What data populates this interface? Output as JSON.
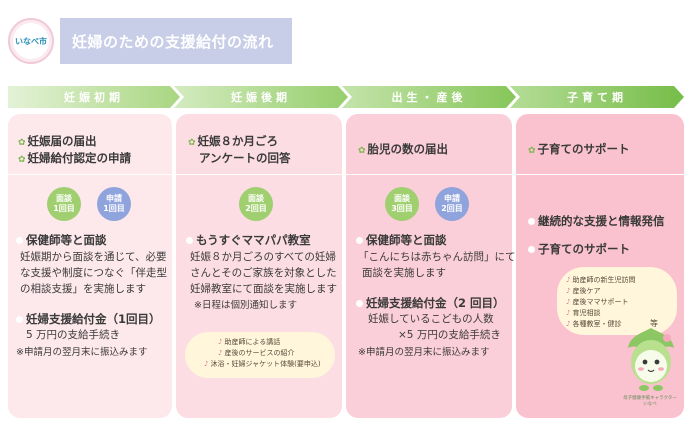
{
  "header": {
    "logo_text": "いなべ市",
    "title": "妊婦のための支援給付の流れ"
  },
  "stages": [
    "妊娠初期",
    "妊娠後期",
    "出生・産後",
    "子育て期"
  ],
  "col1": {
    "head1": "妊娠届の届出",
    "head2": "妊婦給付認定の申請",
    "badges": [
      {
        "l1": "面談",
        "l2": "1回目"
      },
      {
        "l1": "申請",
        "l2": "1回目"
      }
    ],
    "item1_title": "保健師等と面談",
    "item1_lines": [
      "妊娠期から面談を通じて、必要",
      "な支援や制度につなぐ「伴走型",
      "の相談支援」を実施します"
    ],
    "item2_title": "妊婦支援給付金（1回目）",
    "item2_sub": "5 万円の支給手続き",
    "note": "※申請月の翌月末に振込みます"
  },
  "col2": {
    "head1": "妊娠８か月ごろ",
    "head2": "アンケートの回答",
    "badge": {
      "l1": "面談",
      "l2": "2回目"
    },
    "item_title": "もうすぐママパパ教室",
    "item_lines": [
      "妊娠８か月ごろのすべての妊婦",
      "さんとそのご家族を対象とした",
      "妊婦教室にて面談を実施します"
    ],
    "note": "※日程は個別通知します",
    "cloud": [
      "助産師による講話",
      "産後のサービスの紹介",
      "沐浴・妊婦ジャケット体験(要申込)"
    ]
  },
  "col3": {
    "head1": "胎児の数の届出",
    "badges": [
      {
        "l1": "面談",
        "l2": "3回目"
      },
      {
        "l1": "申請",
        "l2": "2回目"
      }
    ],
    "item1_title": "保健師等と面談",
    "item1_lines": [
      "「こんにちは赤ちゃん訪問」にて",
      "面談を実施します"
    ],
    "item2_title": "妊婦支援給付金（2 回目）",
    "item2_lines": [
      "妊娠しているこどもの人数",
      "×5 万円の支給手続き"
    ],
    "note": "※申請月の翌月末に振込みます"
  },
  "col4": {
    "head1": "子育てのサポート",
    "item1": "継続的な支援と情報発信",
    "item2": "子育てのサポート",
    "cloud": [
      "助産師の新生児訪問",
      "産後ケア",
      "産後ママサポート",
      "育児相談",
      "各種教室・健診"
    ],
    "cloud_suffix": "等",
    "mascot_caption_1": "母子健康手帳キャラクター",
    "mascot_caption_2": "いなべ"
  },
  "colors": {
    "stage_green": "#8cc763",
    "card1": "#fde8ec",
    "card2": "#fcdde4",
    "card3": "#fbcfd9",
    "card4": "#fac2cf",
    "badge_green": "#9fcf6f",
    "badge_blue": "#8fa3dc",
    "title_bg": "#c8cde8"
  }
}
